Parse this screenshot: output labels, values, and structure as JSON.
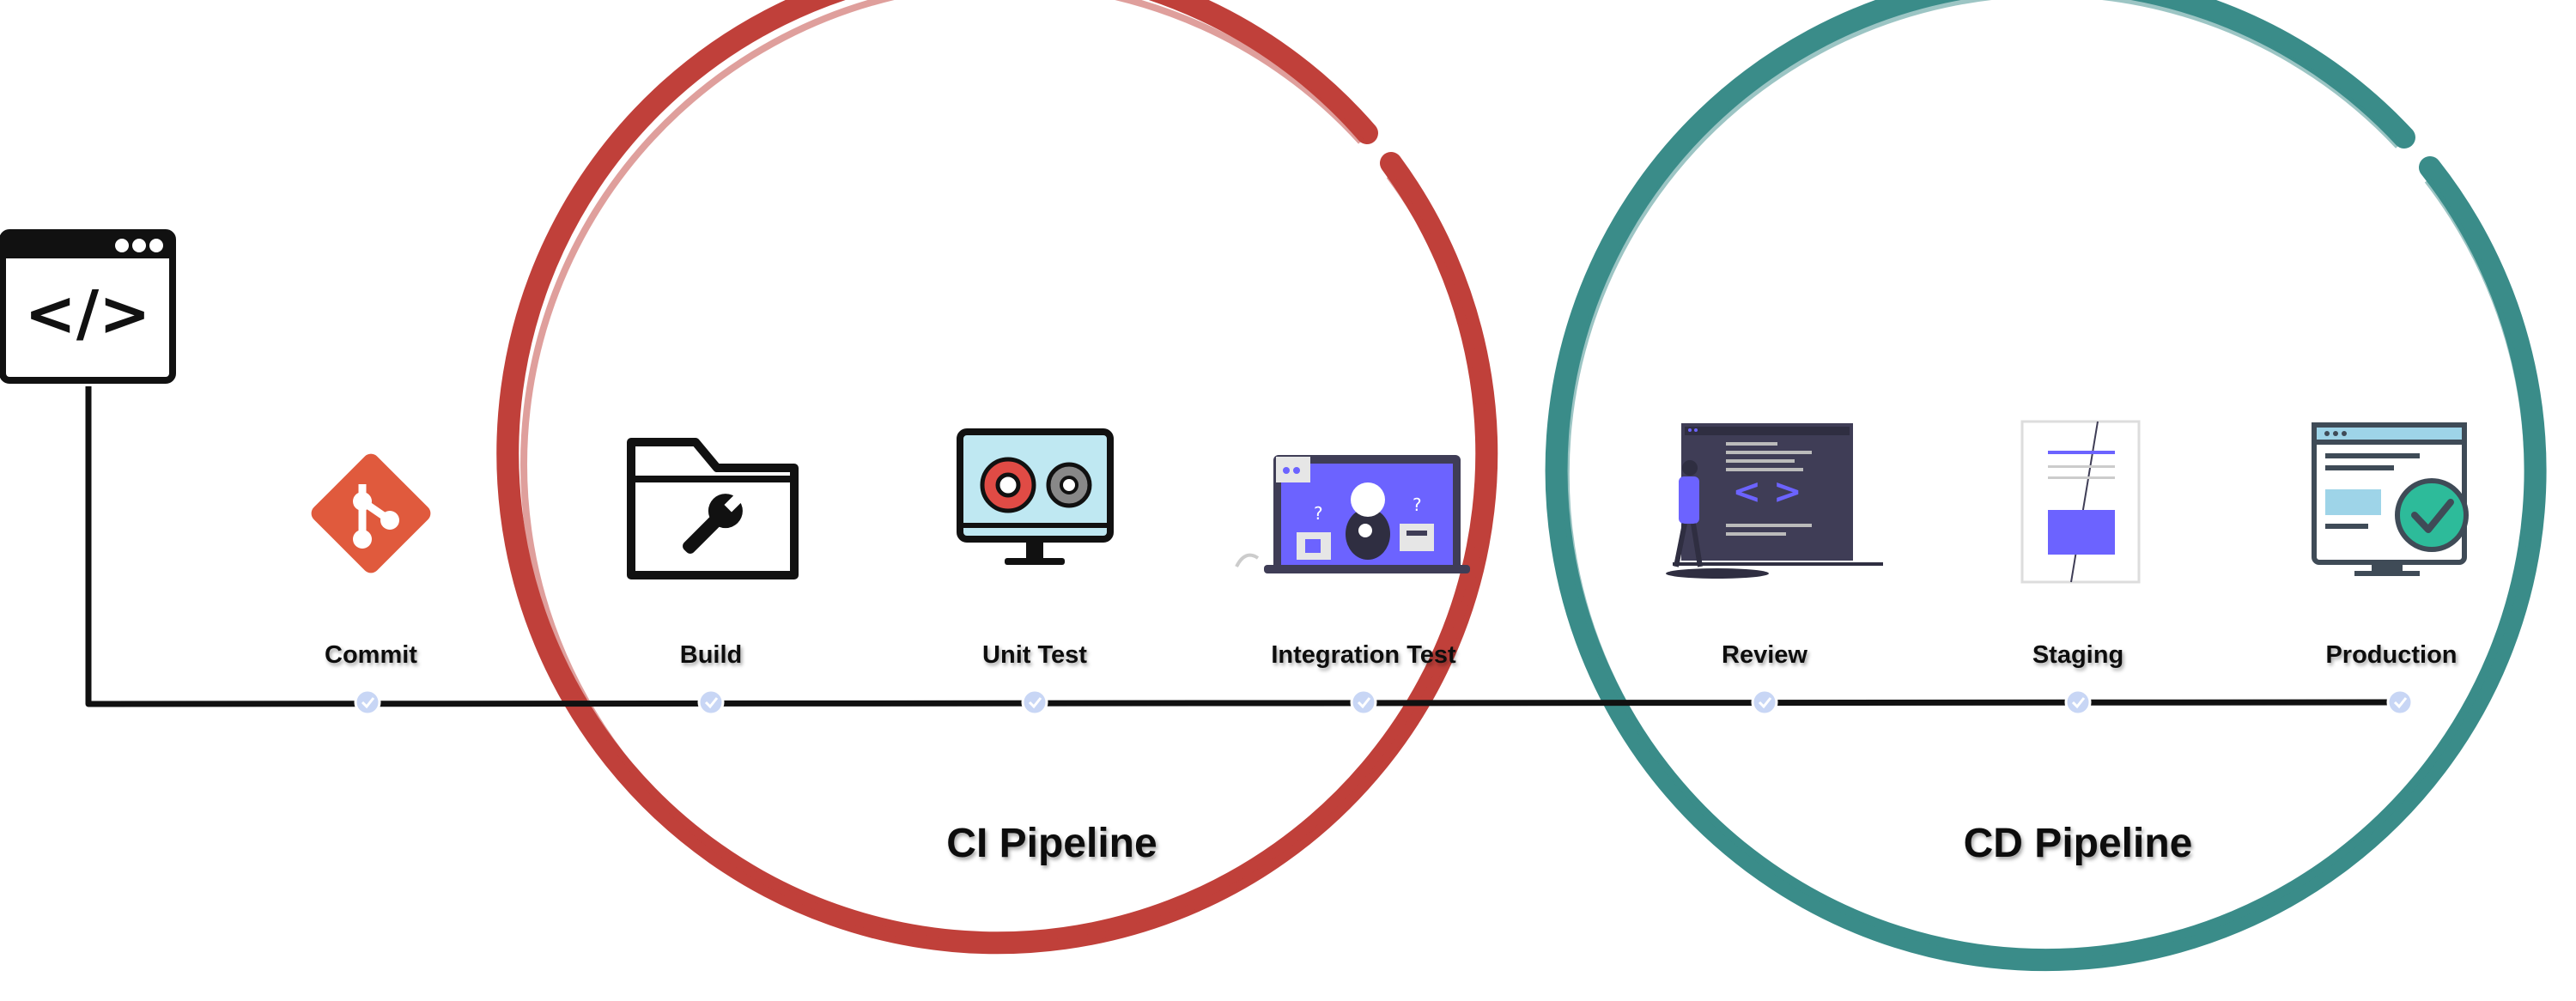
{
  "stages": [
    {
      "label": "Commit",
      "icon": "git-icon"
    },
    {
      "label": "Build",
      "icon": "folder-wrench-icon"
    },
    {
      "label": "Unit Test",
      "icon": "monitor-gears-icon"
    },
    {
      "label": "Integration Test",
      "icon": "integration-test-illustration"
    },
    {
      "label": "Review",
      "icon": "code-review-illustration"
    },
    {
      "label": "Staging",
      "icon": "staging-document-icon"
    },
    {
      "label": "Production",
      "icon": "browser-checkmark-icon"
    }
  ],
  "pipelines": {
    "ci": {
      "title": "CI Pipeline",
      "color": "#c0403a"
    },
    "cd": {
      "title": "CD Pipeline",
      "color": "#3a8c89"
    }
  },
  "source": {
    "icon": "code-window-icon",
    "glyph": "</>"
  },
  "colors": {
    "git": "#e05a3d",
    "accent": "#6c63ff",
    "check": "#c8d6f5",
    "line": "#111111"
  }
}
